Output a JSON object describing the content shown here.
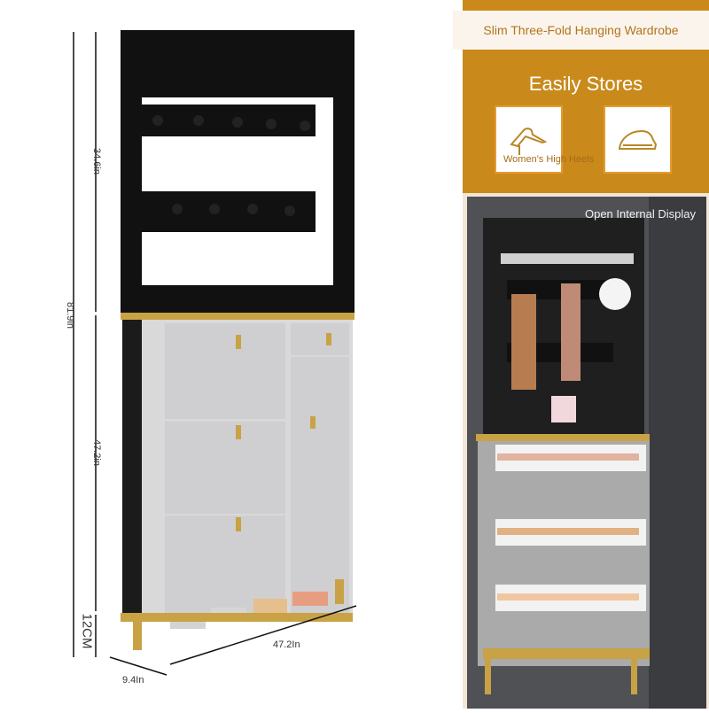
{
  "header": {
    "title": "Slim Three-Fold Hanging Wardrobe"
  },
  "features": {
    "title": "Easily Stores",
    "items": [
      {
        "label": "Women's High Heels",
        "icon": "high-heel-icon"
      },
      {
        "label": "",
        "icon": "sneaker-icon"
      }
    ]
  },
  "photo": {
    "caption": "Open Internal Display"
  },
  "dimensions": {
    "top_height": "34.6in",
    "total_height": "81.9in",
    "cabinet_height": "47.2in",
    "base_height": "12CM",
    "width": "47.2In",
    "depth": "9.4In"
  },
  "colors": {
    "brand": "#c98a1b",
    "accent": "#e59a2f"
  }
}
